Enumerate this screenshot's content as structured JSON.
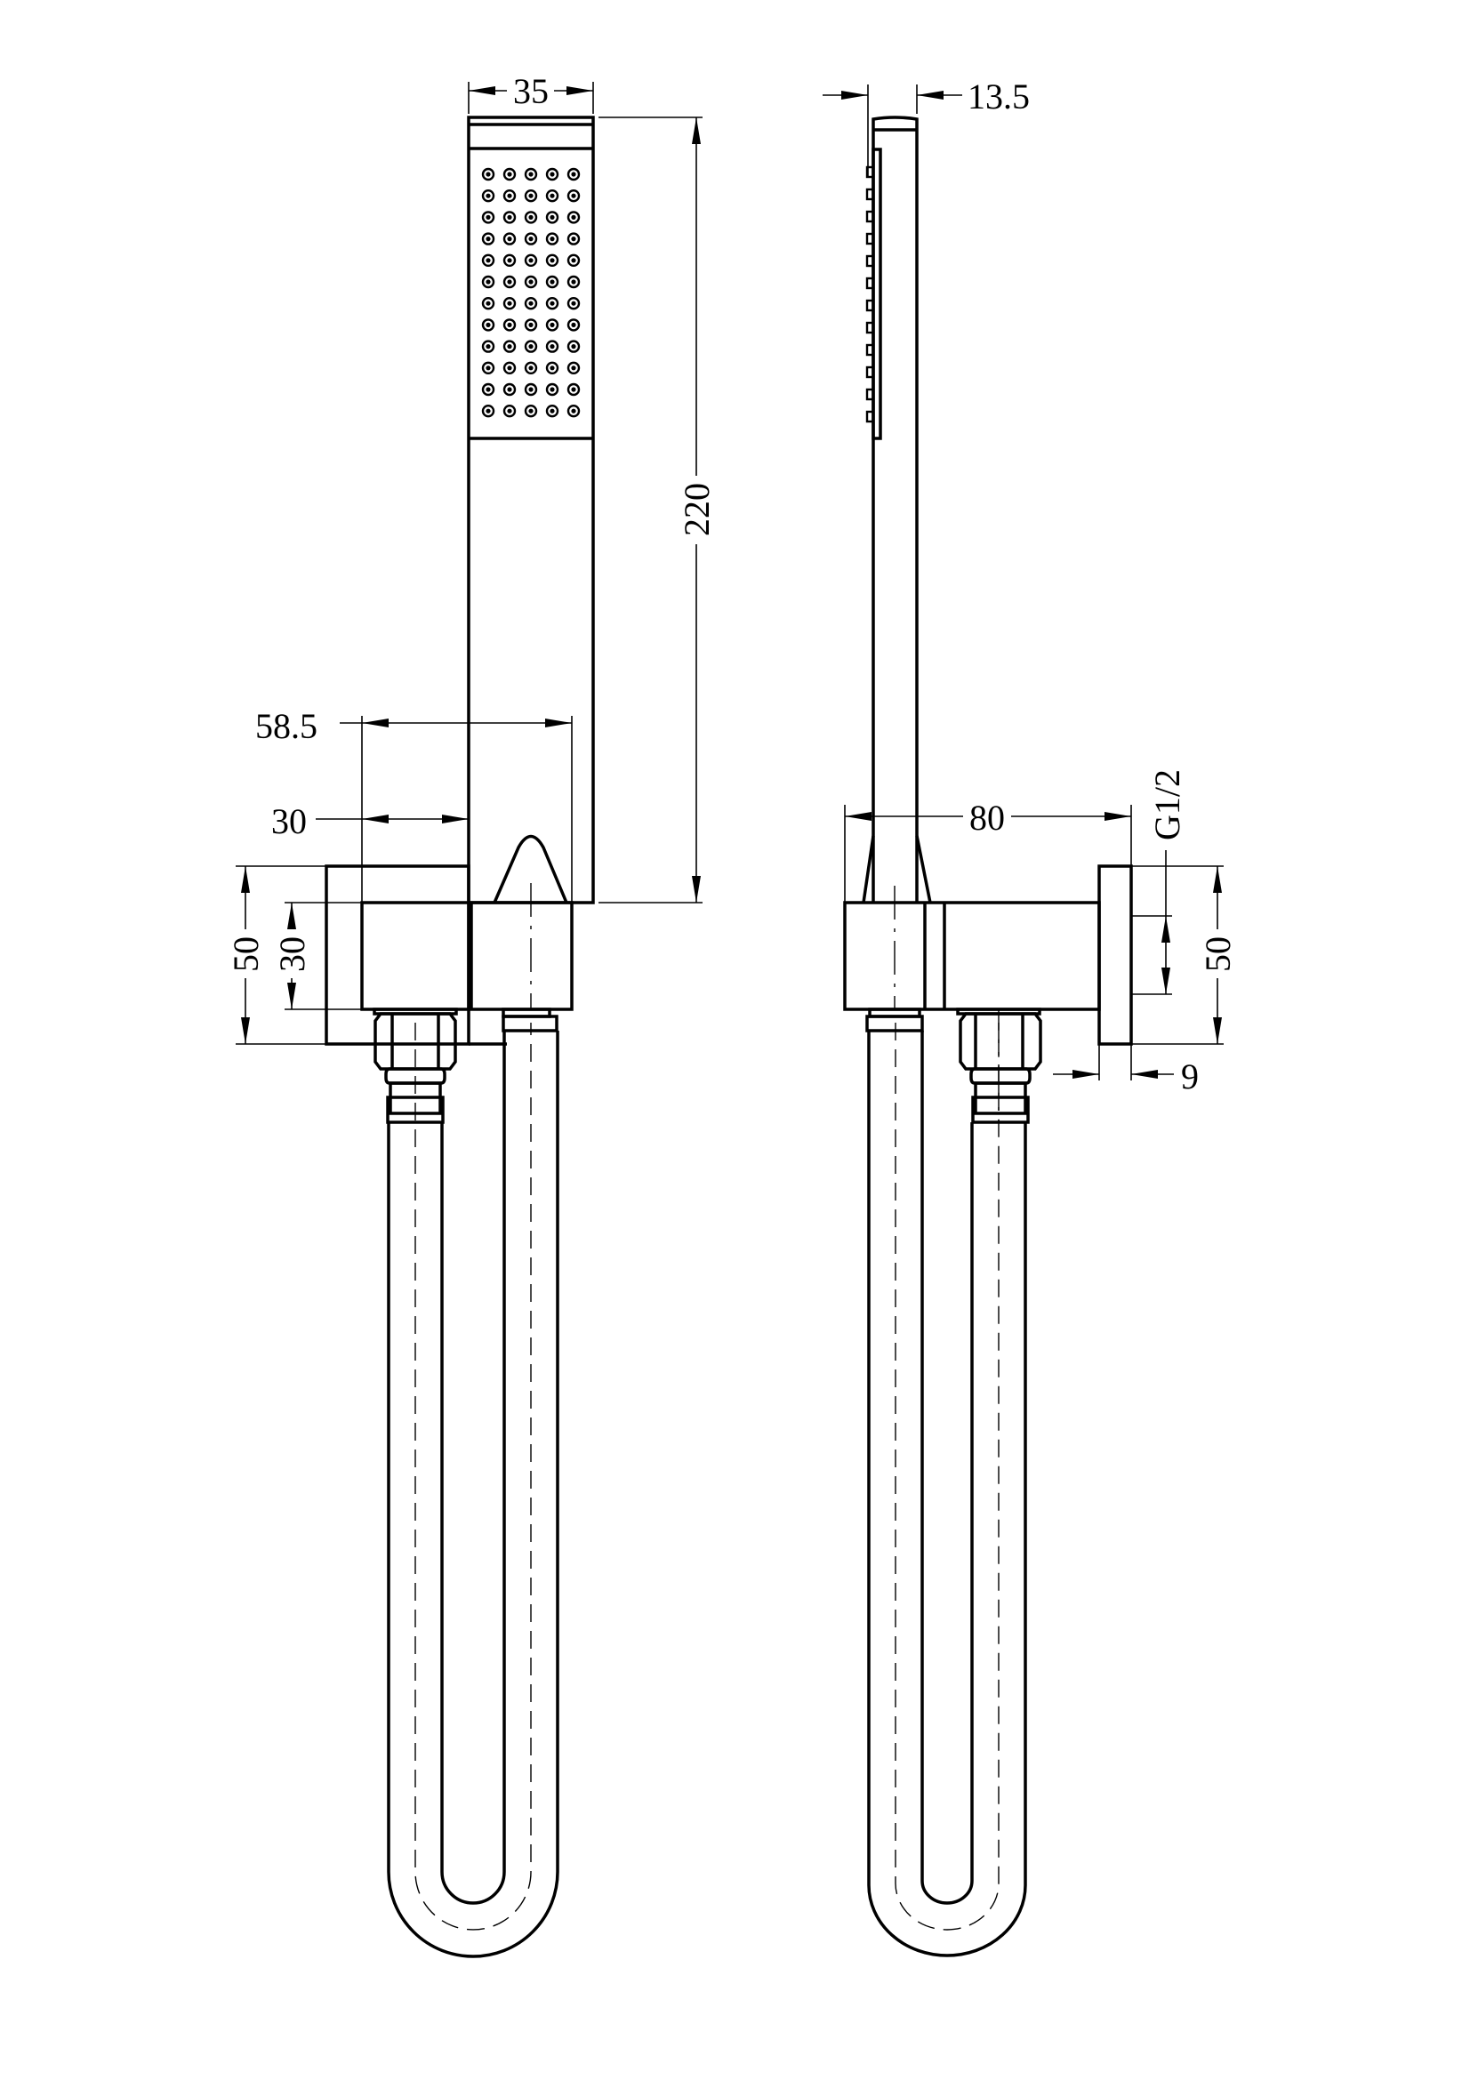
{
  "drawing": {
    "title": "Hand shower with wall bracket and hose - dimensional drawing",
    "views": [
      "front-view",
      "side-view"
    ],
    "line_color": "#000000",
    "background": "#ffffff"
  },
  "dimensions": {
    "front": {
      "head_width": "35",
      "overall_height": "220",
      "bracket_projection": "58.5",
      "bracket_depth": "30",
      "plate_height": "50",
      "body_height": "30"
    },
    "side": {
      "handle_thickness": "13.5",
      "bracket_length": "80",
      "thread": "G1/2",
      "flange_height": "50",
      "flange_thickness": "9"
    }
  },
  "nozzles": {
    "columns": 5,
    "rows": 12,
    "side_view_count": 12
  }
}
